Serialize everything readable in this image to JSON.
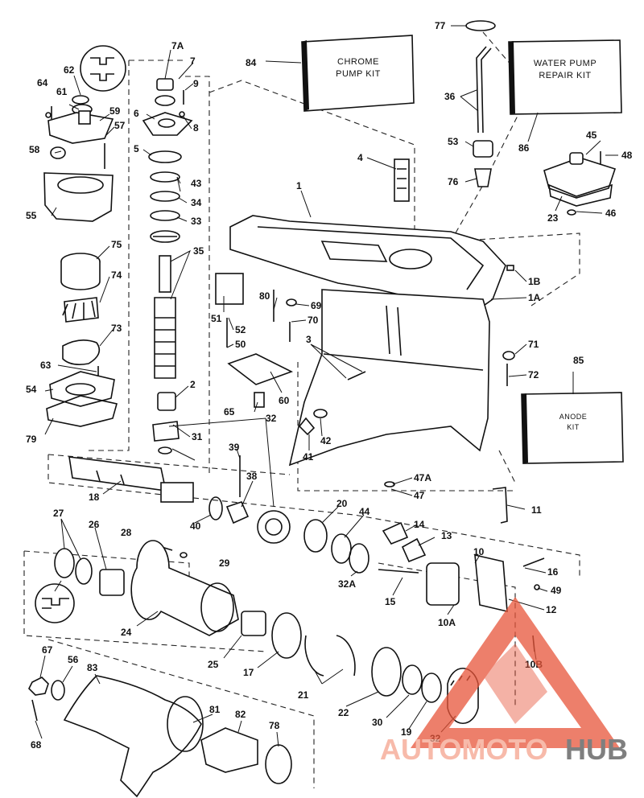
{
  "diagram": {
    "kits": {
      "chrome_pump": [
        "CHROME",
        "PUMP KIT"
      ],
      "water_pump": [
        "WATER PUMP",
        "REPAIR KIT"
      ],
      "anode": [
        "ANODE",
        "KIT"
      ]
    },
    "labels": {
      "l7A": "7A",
      "l7": "7",
      "l9": "9",
      "l8": "8",
      "l6": "6",
      "l5": "5",
      "l62": "62",
      "l64": "64",
      "l61": "61",
      "l59": "59",
      "l57": "57",
      "l58": "58",
      "l55": "55",
      "l43": "43",
      "l34": "34",
      "l33": "33",
      "l35": "35",
      "l75": "75",
      "l74": "74",
      "l73": "73",
      "l63": "63",
      "l54": "54",
      "l79": "79",
      "l2": "2",
      "l31": "31",
      "l32a": "32",
      "l84": "84",
      "l77": "77",
      "l36": "36",
      "l86": "86",
      "l53": "53",
      "l76": "76",
      "l45": "45",
      "l48": "48",
      "l23": "23",
      "l46": "46",
      "l4": "4",
      "l1": "1",
      "l1B": "1B",
      "l1A": "1A",
      "l80": "80",
      "l69": "69",
      "l70": "70",
      "l51": "51",
      "l52": "52",
      "l50": "50",
      "l3": "3",
      "l71": "71",
      "l72": "72",
      "l85": "85",
      "l60": "60",
      "l65": "65",
      "l42": "42",
      "l41": "41",
      "l47A": "47A",
      "l47": "47",
      "l39": "39",
      "l38": "38",
      "l18": "18",
      "l40": "40",
      "l20": "20",
      "l44": "44",
      "l11": "11",
      "l14": "14",
      "l13": "13",
      "l27": "27",
      "l26": "26",
      "l28": "28",
      "l29": "29",
      "l32A": "32A",
      "l15": "15",
      "l10": "10",
      "l16": "16",
      "l49": "49",
      "l12": "12",
      "l10A": "10A",
      "l24": "24",
      "l25": "25",
      "l17": "17",
      "l10B": "10B",
      "l67": "67",
      "l56": "56",
      "l83": "83",
      "l21": "21",
      "l22": "22",
      "l30": "30",
      "l19": "19",
      "l32b": "32",
      "l81": "81",
      "l82": "82",
      "l78": "78",
      "l68": "68"
    }
  },
  "watermark": {
    "prefix": "AUTOMOTO",
    "suffix": "HUB",
    "accent_color": "#e8553a",
    "text_color": "#555555"
  }
}
